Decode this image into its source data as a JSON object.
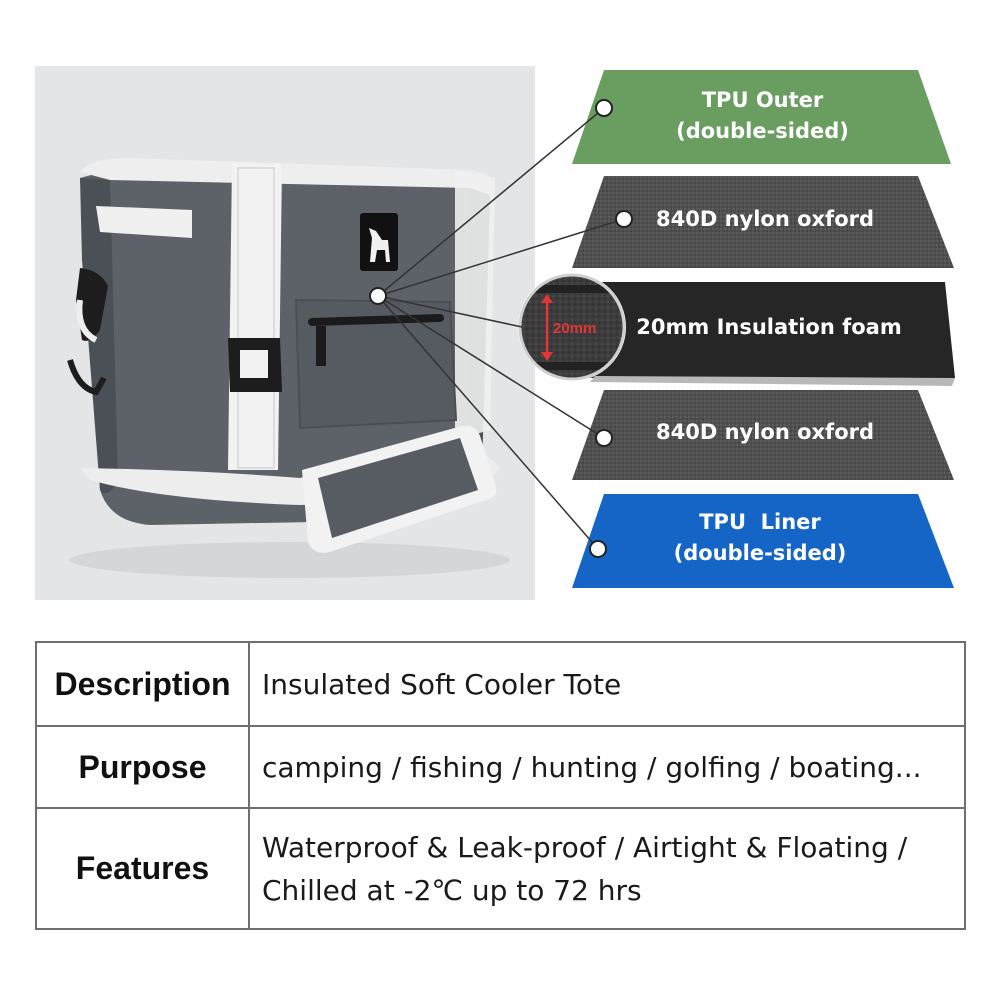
{
  "layers": [
    {
      "id": "tpu-outer",
      "line1": "TPU Outer",
      "line2": "(double-sided)",
      "color": "#6a9e61"
    },
    {
      "id": "nylon-top",
      "line1": "840D nylon oxford",
      "line2": "",
      "color": "#4f4f4f"
    },
    {
      "id": "foam",
      "line1": "20mm Insulation foam",
      "line2": "",
      "color": "#2a2a2a"
    },
    {
      "id": "nylon-bottom",
      "line1": "840D nylon oxford",
      "line2": "",
      "color": "#4f4f4f"
    },
    {
      "id": "tpu-liner",
      "line1": "TPU  Liner",
      "line2": "(double-sided)",
      "color": "#1565c6"
    }
  ],
  "foam_callout": {
    "thickness_label": "20mm",
    "accent": "#e23636"
  },
  "product": {
    "body_color": "#5d6268",
    "strap_color": "#f2f2f2",
    "bg_color": "#e4e5e7"
  },
  "table": {
    "rows": [
      {
        "key": "Description",
        "value_lines": [
          "Insulated Soft Cooler Tote"
        ]
      },
      {
        "key": "Purpose",
        "value_lines": [
          "camping / fishing / hunting / golfing / boating..."
        ]
      },
      {
        "key": "Features",
        "value_lines": [
          "Waterproof & Leak-proof / Airtight & Floating /",
          "Chilled at -2℃ up to 72 hrs"
        ]
      }
    ]
  }
}
